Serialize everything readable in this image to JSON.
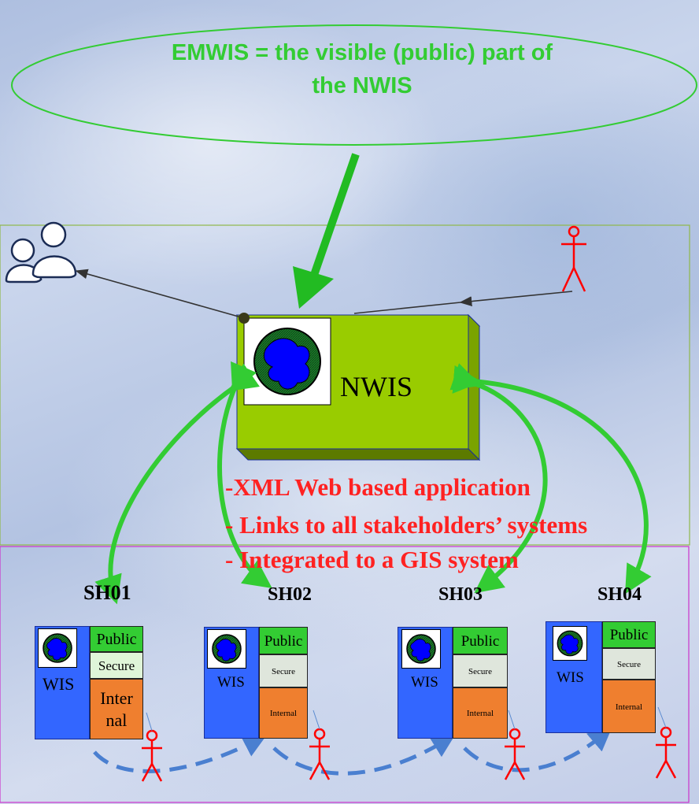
{
  "title_line1": "EMWIS = the visible (public) part of",
  "title_line2": "the NWIS",
  "center_system": "NWIS",
  "features": [
    "-XML Web based application",
    "- Links to all stakeholders’ systems",
    "- Integrated to a GIS system"
  ],
  "stakeholders": [
    {
      "name": "SH01",
      "wis": "WIS",
      "public": "Public",
      "secure": "Secure",
      "internal_line1": "Inter",
      "internal_line2": "nal"
    },
    {
      "name": "SH02",
      "wis": "WIS",
      "public": "Public",
      "secure": "Secure",
      "internal_line1": "Internal",
      "internal_line2": ""
    },
    {
      "name": "SH03",
      "wis": "WIS",
      "public": "Public",
      "secure": "Secure",
      "internal_line1": "Internal",
      "internal_line2": ""
    },
    {
      "name": "SH04",
      "wis": "WIS",
      "public": "Public",
      "secure": "Secure",
      "internal_line1": "Internal",
      "internal_line2": ""
    }
  ],
  "colors": {
    "title_green": "#33cc33",
    "nwis_box": "#99cc00",
    "arrow_green": "#33cc33",
    "feature_red": "#ff2222",
    "wis_blue": "#3366ff",
    "public_green": "#33cc33",
    "internal_orange": "#ef7f2f",
    "actor_red": "#ff0000",
    "dashed_arrow": "#4a7fd0"
  }
}
